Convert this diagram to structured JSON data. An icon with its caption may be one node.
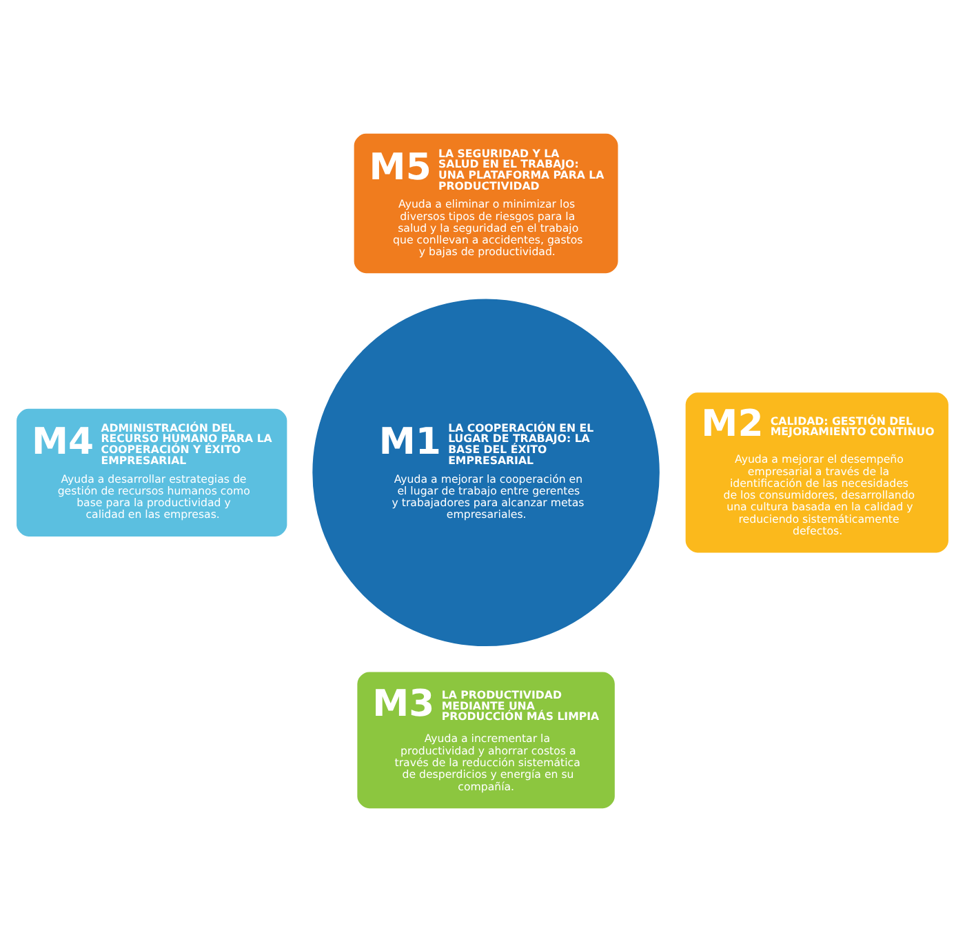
{
  "diagram": {
    "nodes": [
      {
        "text": [
          "M5",
          "LA SEGURIDAD Y LA SALUD EN EL TRABAJO: UNA PLATAFORMA PARA LA PRODUCTIVIDAD",
          "Ayuda a eliminar o minimizar los diversos tipos de riesgos para la salud y la seguridad en el trabajo que conllevan a accidentes, gastos y bajas de productividad."
        ]
      },
      {
        "text": [
          "M2",
          "CALIDAD: GESTIÓN DEL MEJORAMIENTO CONTINUO",
          "Ayuda a mejorar el desempeño empresarial a través de la identificación de las necesidades de los consumidores, desarrollando una cultura basada en la calidad y reduciendo sistemáticamente defectos."
        ]
      },
      {
        "text": [
          "M1",
          "LA COOPERACIÓN EN EL LUGAR DE TRABAJO: LA BASE DEL ÉXITO EMPRESARIAL",
          "Ayuda a mejorar la cooperación en el lugar de trabajo entre gerentes y trabajadores para alcanzar metas empresariales."
        ]
      },
      {
        "text": [
          "M4",
          "ADMINISTRACIÓN DEL RECURSO HUMANO PARA LA COOPERACIÓN Y ÉXITO EMPRESARIAL",
          "Ayuda a desarrollar estrategias de gestión de recursos humanos como base para la productividad y calidad en las empresas."
        ]
      },
      {
        "text": [
          "M3",
          "LA PRODUCTIVIDAD MEDIANTE UNA PRODUCCIÓN MÁS LIMPIA",
          "Ayuda a incrementar la productividad y ahorrar costos a través de la reducción sistemática de desperdicios y energía en su compañía."
        ]
      }
    ],
    "edges": []
  }
}
